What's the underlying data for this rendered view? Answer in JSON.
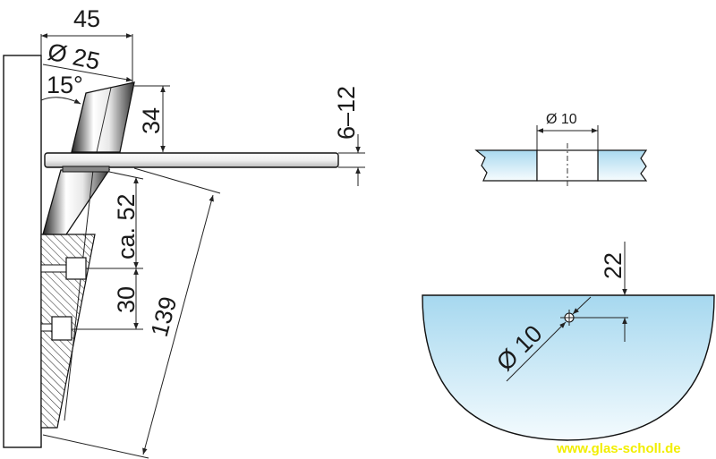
{
  "side_view": {
    "dim_width": "45",
    "dim_diameter": "Ø 25",
    "dim_angle": "15°",
    "dim_head_height": "34",
    "dim_glass_thickness": "6–12",
    "dim_arm_length": "ca. 52",
    "dim_screw_spacing": "30",
    "dim_total_length": "139"
  },
  "hole_detail": {
    "dim_hole_diameter": "Ø 10"
  },
  "glass_pane": {
    "dim_edge_distance": "22",
    "dim_hole_diameter": "Ø 10"
  },
  "watermark": "www.glas-scholl.de",
  "colors": {
    "glass_top": "#a6d8ef",
    "glass_bottom": "#f4fbfe",
    "line": "#1a1a1a",
    "watermark": "#f2ee00"
  }
}
